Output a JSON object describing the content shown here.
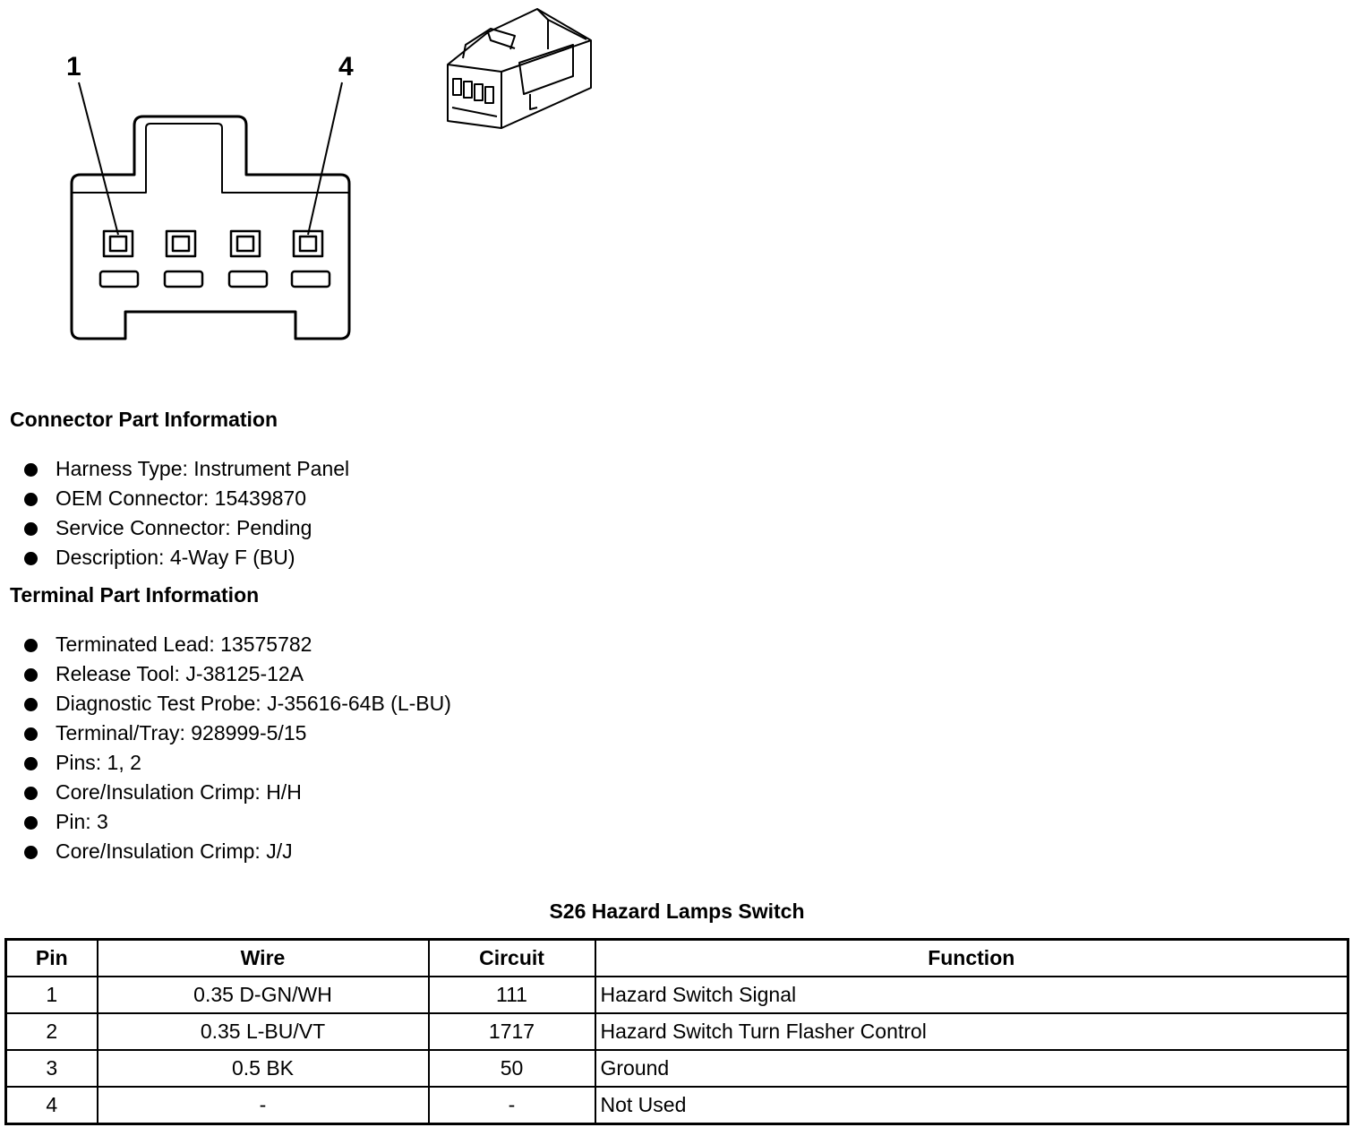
{
  "diagram": {
    "callouts": [
      "1",
      "4"
    ]
  },
  "connector_section": {
    "heading": "Connector Part Information",
    "items": [
      "Harness Type: Instrument Panel",
      "OEM Connector: 15439870",
      "Service Connector: Pending",
      "Description: 4-Way F (BU)"
    ]
  },
  "terminal_section": {
    "heading": "Terminal Part Information",
    "items": [
      "Terminated Lead: 13575782",
      "Release Tool: J-38125-12A",
      "Diagnostic Test Probe: J-35616-64B (L-BU)",
      "Terminal/Tray: 928999-5/15",
      "Pins: 1, 2",
      "Core/Insulation Crimp: H/H",
      "Pin: 3",
      "Core/Insulation Crimp: J/J"
    ]
  },
  "table": {
    "title": "S26 Hazard Lamps Switch",
    "headers": [
      "Pin",
      "Wire",
      "Circuit",
      "Function"
    ],
    "rows": [
      [
        "1",
        "0.35 D-GN/WH",
        "111",
        "Hazard Switch Signal"
      ],
      [
        "2",
        "0.35 L-BU/VT",
        "1717",
        "Hazard Switch Turn Flasher Control"
      ],
      [
        "3",
        "0.5 BK",
        "50",
        "Ground"
      ],
      [
        "4",
        "-",
        "-",
        "Not Used"
      ]
    ]
  }
}
